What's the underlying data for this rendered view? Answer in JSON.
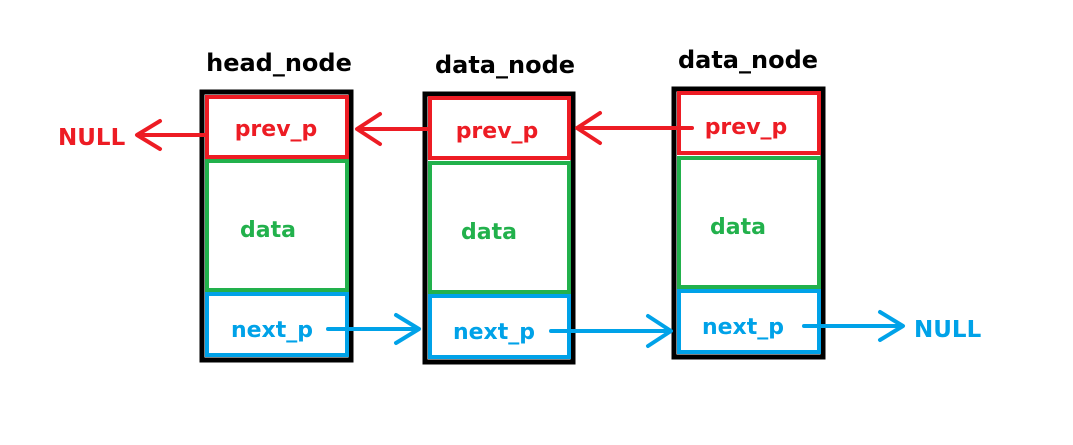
{
  "colors": {
    "prev": "#ed1c24",
    "data": "#22b14c",
    "next": "#00a2e8",
    "node_border": "#000000"
  },
  "nodes": [
    {
      "title": "head_node",
      "prev_label": "prev_p",
      "data_label": "data",
      "next_label": "next_p"
    },
    {
      "title": "data_node",
      "prev_label": "prev_p",
      "data_label": "data",
      "next_label": "next_p"
    },
    {
      "title": "data_node",
      "prev_label": "prev_p",
      "data_label": "data",
      "next_label": "next_p"
    }
  ],
  "left_null": "NULL",
  "right_null": "NULL"
}
